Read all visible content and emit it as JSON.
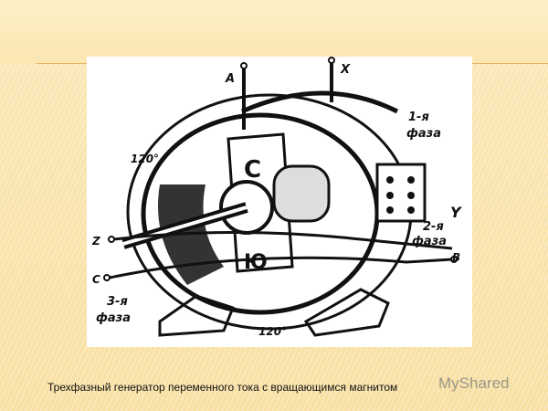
{
  "slide": {
    "caption": "Трехфазный генератор переменного тока с вращающимся магнитом",
    "watermark": "MyShared"
  },
  "figure": {
    "labels": {
      "a": "А",
      "x": "X",
      "phase1": "1-я",
      "phase1b": "фаза",
      "y": "Y",
      "phase2": "2-я",
      "phase2b": "фаза",
      "b": "В",
      "z": "Z",
      "c": "С",
      "phase3": "3-я",
      "phase3b": "фаза",
      "angle_top": "120°",
      "angle_bottom": "120°",
      "pole_n": "С",
      "pole_s": "Ю"
    }
  }
}
